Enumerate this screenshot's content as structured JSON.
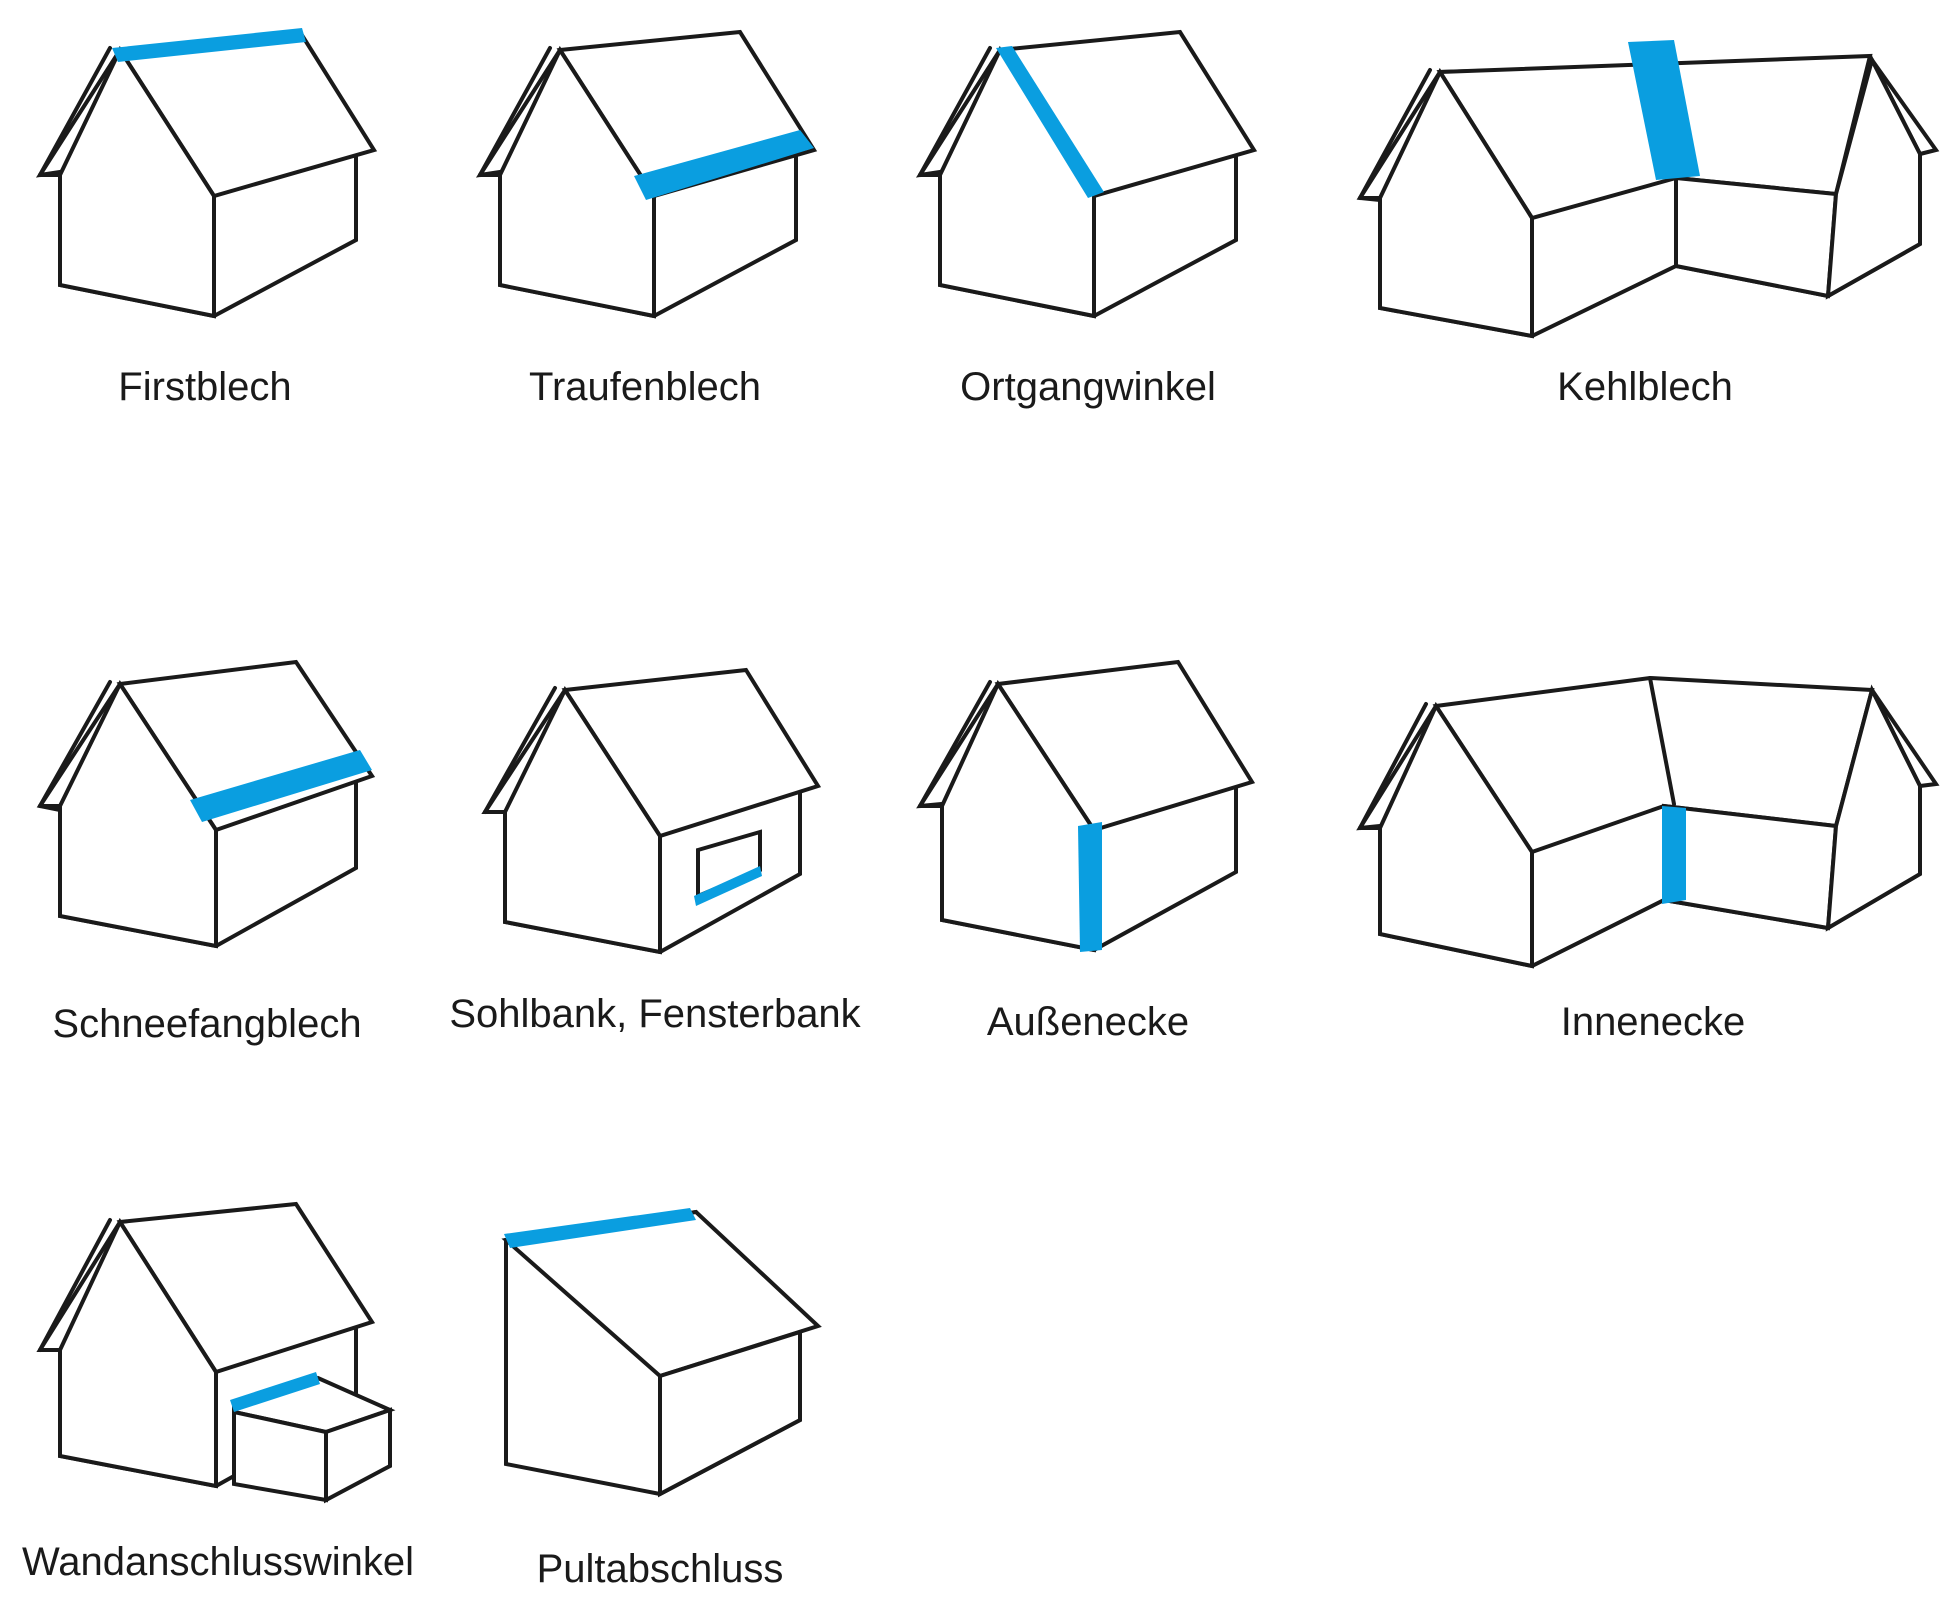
{
  "accent_color": "#0a9ee0",
  "items": [
    {
      "label": "Firstblech",
      "icon": "ridge-flashing-icon"
    },
    {
      "label": "Traufenblech",
      "icon": "eaves-flashing-icon"
    },
    {
      "label": "Ortgangwinkel",
      "icon": "verge-angle-icon"
    },
    {
      "label": "Kehlblech",
      "icon": "valley-flashing-icon"
    },
    {
      "label": "Schneefangblech",
      "icon": "snow-guard-flashing-icon"
    },
    {
      "label": "Sohlbank, Fensterbank",
      "icon": "window-sill-icon"
    },
    {
      "label": "Außenecke",
      "icon": "outer-corner-icon"
    },
    {
      "label": "Innenecke",
      "icon": "inner-corner-icon"
    },
    {
      "label": "Wandanschlusswinkel",
      "icon": "wall-connection-angle-icon"
    },
    {
      "label": "Pultabschluss",
      "icon": "mono-pitch-closure-icon"
    }
  ]
}
